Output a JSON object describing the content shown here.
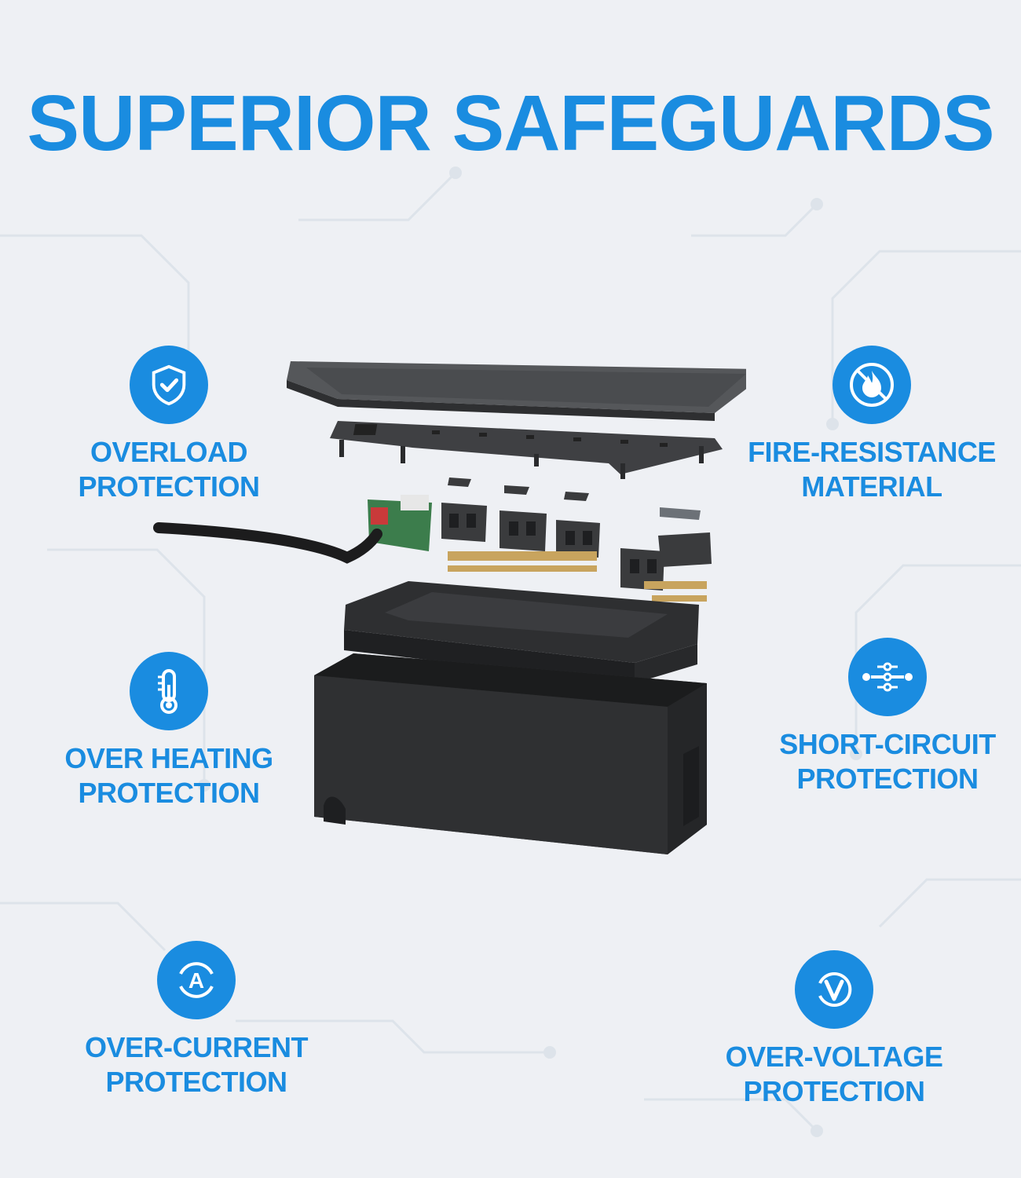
{
  "headline": "SUPERIOR SAFEGUARDS",
  "colors": {
    "accent": "#1a8ce0",
    "background": "#eef0f4",
    "product": "#3a3b3d"
  },
  "features": [
    {
      "icon": "shield-check-icon",
      "line1": "OVERLOAD",
      "line2": "PROTECTION"
    },
    {
      "icon": "no-fire-icon",
      "line1": "FIRE-RESISTANCE",
      "line2": "MATERIAL"
    },
    {
      "icon": "thermometer-icon",
      "line1": "OVER HEATING",
      "line2": "PROTECTION"
    },
    {
      "icon": "circuit-icon",
      "line1": "SHORT-CIRCUIT",
      "line2": "PROTECTION"
    },
    {
      "icon": "ampere-icon",
      "line1": "OVER-CURRENT",
      "line2": "PROTECTION"
    },
    {
      "icon": "volt-icon",
      "line1": "OVER-VOLTAGE",
      "line2": "PROTECTION"
    }
  ]
}
